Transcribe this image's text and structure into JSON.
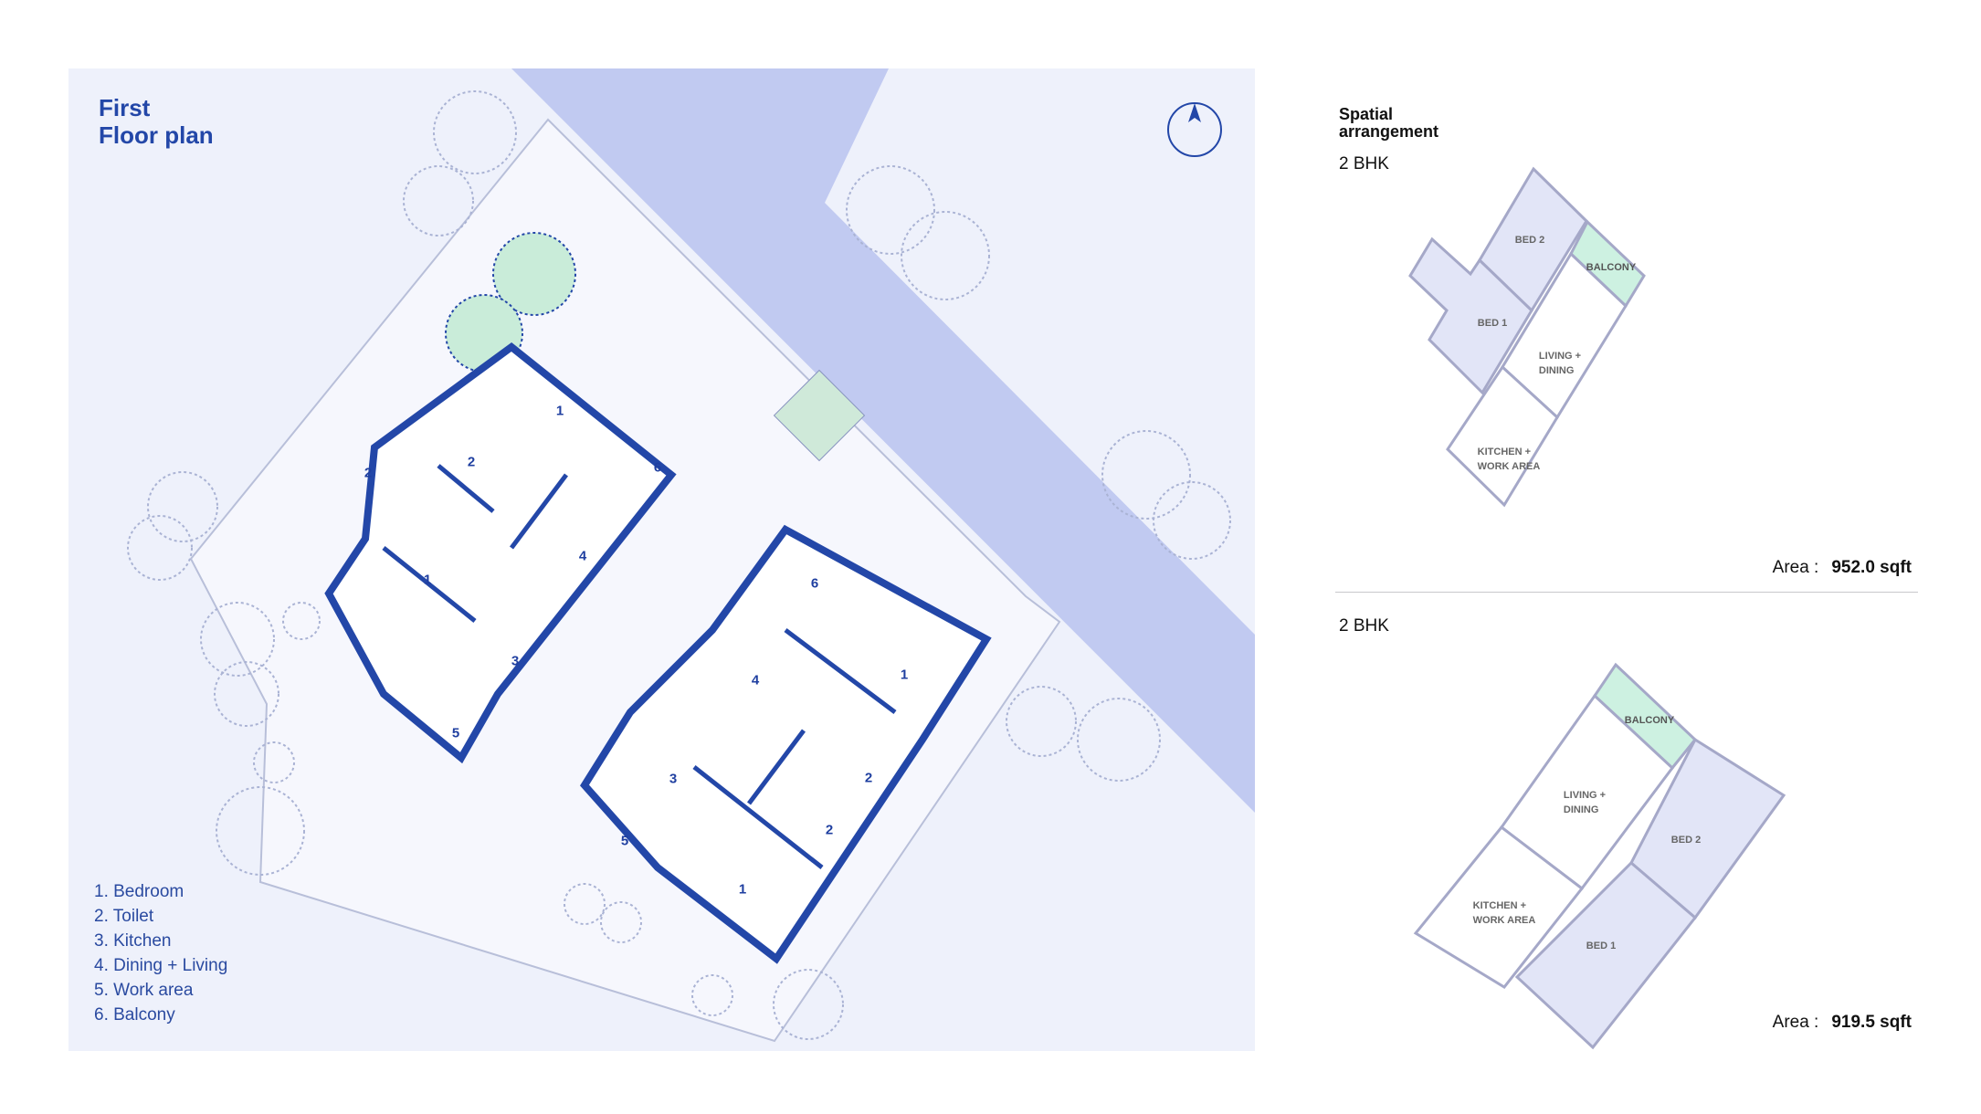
{
  "plan": {
    "title_line1": "First",
    "title_line2": "Floor plan",
    "legend": [
      "1. Bedroom",
      "2. Toilet",
      "3. Kitchen",
      "4. Dining + Living",
      "5. Work area",
      "6. Balcony"
    ],
    "room_numbers": [
      "1",
      "2",
      "2",
      "6",
      "4",
      "1",
      "3",
      "5",
      "6",
      "4",
      "1",
      "3",
      "2",
      "2",
      "5",
      "1"
    ],
    "compass_icon": "north-arrow-icon"
  },
  "sidebar": {
    "heading_line1": "Spatial",
    "heading_line2": "arrangement",
    "units": [
      {
        "type": "2 BHK",
        "area_label": "Area :",
        "area_value": "952.0 sqft",
        "rooms": {
          "bed2": "BED 2",
          "balcony": "BALCONY",
          "bed1": "BED 1",
          "living1": "LIVING +",
          "living2": "DINING",
          "kitchen1": "KITCHEN +",
          "kitchen2": "WORK AREA"
        }
      },
      {
        "type": "2 BHK",
        "area_label": "Area :",
        "area_value": "919.5 sqft",
        "rooms": {
          "balcony": "BALCONY",
          "living1": "LIVING +",
          "living2": "DINING",
          "bed2": "BED 2",
          "kitchen1": "KITCHEN +",
          "kitchen2": "WORK AREA",
          "bed1": "BED 1"
        }
      }
    ]
  },
  "colors": {
    "accent": "#2347a8",
    "road": "#b9c3ef",
    "bedroom": "#e2e5f7",
    "balcony": "#cdf1e1",
    "panel": "#eef1fb"
  }
}
